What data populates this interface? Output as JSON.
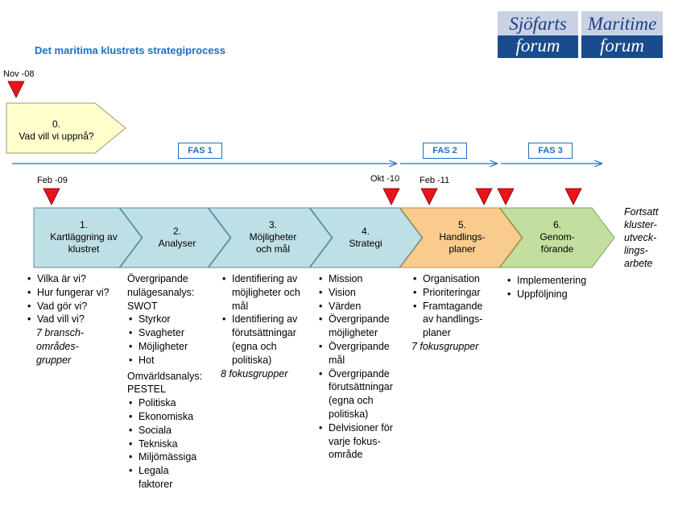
{
  "title": "Det maritima klustrets strategiprocess",
  "logos": [
    {
      "top": "Sjöfarts",
      "bottom": "forum"
    },
    {
      "top": "Maritime",
      "bottom": "forum"
    }
  ],
  "dates": {
    "nov08": "Nov -08",
    "feb09": "Feb -09",
    "okt10": "Okt -10",
    "feb11": "Feb -11"
  },
  "phases": {
    "fas1": "FAS 1",
    "fas2": "FAS 2",
    "fas3": "FAS 3"
  },
  "stage0": {
    "number": "0.",
    "label": "Vad vill vi uppnå?"
  },
  "stages": [
    {
      "number": "1.",
      "line1": "Kartläggning av",
      "line2": "klustret",
      "color": "#bfdfe6"
    },
    {
      "number": "2.",
      "line1": "Analyser",
      "line2": "",
      "color": "#bfdfe6"
    },
    {
      "number": "3.",
      "line1": "Möjligheter",
      "line2": "och mål",
      "color": "#bfdfe6"
    },
    {
      "number": "4.",
      "line1": "Strategi",
      "line2": "",
      "color": "#bfdfe6"
    },
    {
      "number": "5.",
      "line1": "Handlings-",
      "line2": "planer",
      "color": "#f9cc8e"
    },
    {
      "number": "6.",
      "line1": "Genom-",
      "line2": "förande",
      "color": "#c3df9f"
    }
  ],
  "side_note": [
    "Fortsatt",
    "kluster-",
    "utveck-",
    "lings-",
    "arbete"
  ],
  "col1": {
    "items": [
      "Vilka är vi?",
      "Hur fungerar vi?",
      "Vad gör vi?",
      "Vad vill vi?"
    ],
    "note": [
      "7 bransch-",
      "områdes-",
      "grupper"
    ]
  },
  "col2": {
    "heading1": [
      "Övergripande",
      "nulägesanalys:",
      "SWOT"
    ],
    "items1": [
      "Styrkor",
      "Svagheter",
      "Möjligheter",
      "Hot"
    ],
    "heading2": [
      "Omvärldsanalys:",
      "PESTEL"
    ],
    "items2": [
      "Politiska",
      "Ekonomiska",
      "Sociala",
      "Tekniska",
      "Miljömässiga",
      "Legala faktorer"
    ]
  },
  "col3": {
    "items": [
      "Identifiering av möjligheter och mål",
      "Identifiering av förutsättningar (egna och politiska)"
    ],
    "note": "8 fokusgrupper"
  },
  "col4": {
    "items": [
      "Mission",
      "Vision",
      "Värden",
      "Övergripande möjligheter",
      "Övergripande mål",
      "Övergripande förutsättningar (egna och politiska)",
      "Delvisioner för varje fokus-område"
    ]
  },
  "col5": {
    "items": [
      "Organisation",
      "Prioriteringar",
      "Framtagande av handlings-planer"
    ],
    "note": "7 fokusgrupper"
  },
  "col6": {
    "items": [
      "Implementering",
      "Uppföljning"
    ]
  },
  "colors": {
    "accent_blue": "#1f6fc4",
    "marker_red": "#e8141b",
    "stage_blue": "#bfdfe6",
    "stage_orange": "#f9cc8e",
    "stage_green": "#c3df9f",
    "stage0_yellow": "#ffffcc"
  }
}
